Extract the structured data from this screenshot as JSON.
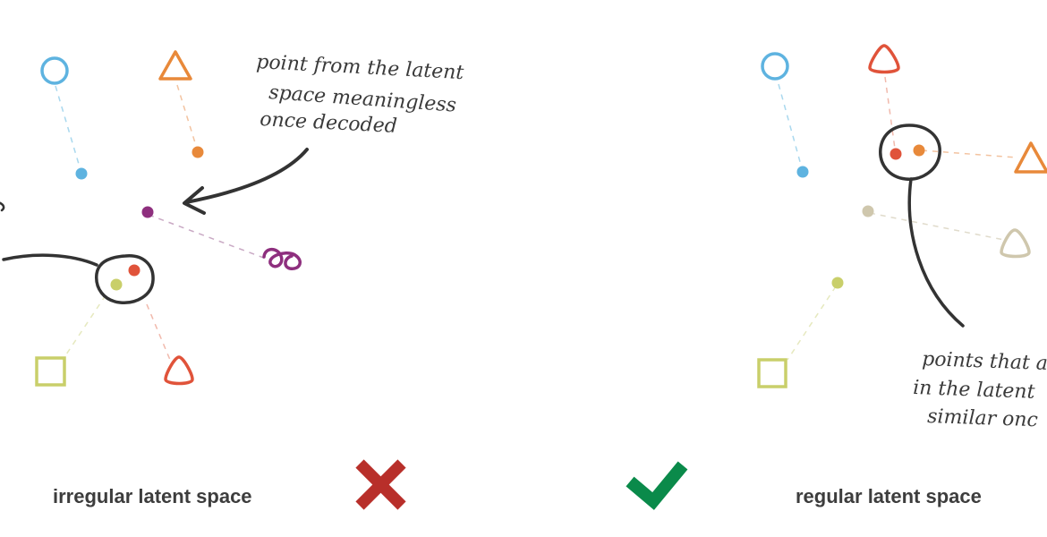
{
  "left_panel": {
    "caption": "irregular latent space",
    "annotation_lines": [
      "point from the latent",
      "space meaningless",
      "once decoded"
    ],
    "status_icon": "cross-icon",
    "status_color": "#b82f2a"
  },
  "right_panel": {
    "caption": "regular latent space",
    "annotation_lines": [
      "points that a",
      "in the latent",
      "similar onc"
    ],
    "status_icon": "check-icon",
    "status_color": "#0a8a4a"
  },
  "colors": {
    "blue": "#5eb3e0",
    "orange": "#e8893a",
    "red": "#e0533a",
    "olive": "#c9cf6a",
    "purple": "#8e2f7e",
    "beige": "#cfc7ad",
    "ink": "#333333"
  }
}
